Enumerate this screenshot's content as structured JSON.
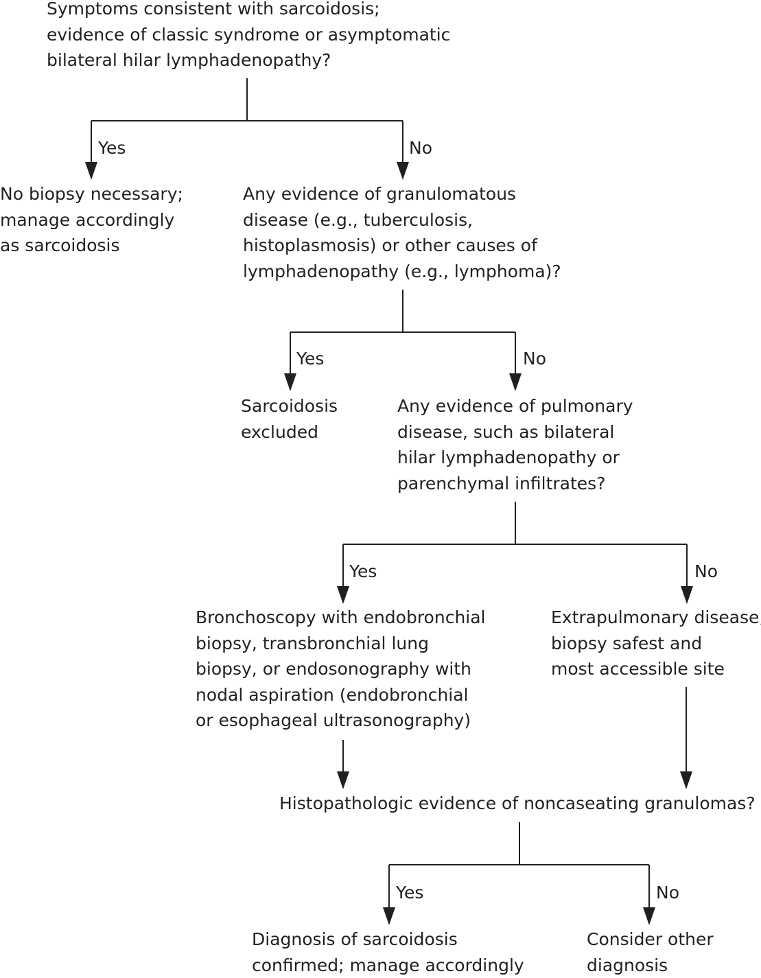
{
  "nodes": {
    "start": {
      "lines": [
        "Symptoms consistent with sarcoidosis;",
        "evidence of classic syndrome or asymptomatic",
        "bilateral hilar lymphadenopathy?"
      ]
    },
    "no_biopsy": {
      "lines": [
        "No biopsy necessary;",
        "manage accordingly",
        "as sarcoidosis"
      ]
    },
    "granulomatous": {
      "lines": [
        "Any evidence of granulomatous",
        "disease (e.g., tuberculosis,",
        "histoplasmosis) or other causes of",
        "lymphadenopathy (e.g., lymphoma)?"
      ]
    },
    "excluded": {
      "lines": [
        "Sarcoidosis",
        "excluded"
      ]
    },
    "pulmonary": {
      "lines": [
        "Any evidence of pulmonary",
        "disease, such as bilateral",
        "hilar lymphadenopathy or",
        "parenchymal infiltrates?"
      ]
    },
    "bronchoscopy": {
      "lines": [
        "Bronchoscopy with endobronchial",
        "biopsy, transbronchial lung",
        "biopsy, or endosonography with",
        "nodal aspiration (endobronchial",
        "or esophageal ultrasonography)"
      ]
    },
    "extrapulmonary": {
      "lines": [
        "Extrapulmonary disease;",
        "biopsy safest and",
        "most accessible site"
      ]
    },
    "histopathology": {
      "lines": [
        "Histopathologic evidence of noncaseating granulomas?"
      ]
    },
    "confirmed": {
      "lines": [
        "Diagnosis of sarcoidosis",
        "confirmed; manage accordingly"
      ]
    },
    "other": {
      "lines": [
        "Consider other",
        "diagnosis"
      ]
    }
  },
  "branches": {
    "start_yes": "Yes",
    "start_no": "No",
    "gran_yes": "Yes",
    "gran_no": "No",
    "pulm_yes": "Yes",
    "pulm_no": "No",
    "histo_yes": "Yes",
    "histo_no": "No"
  },
  "colors": {
    "text": "#231f20",
    "line": "#231f20",
    "background": "#ffffff"
  }
}
